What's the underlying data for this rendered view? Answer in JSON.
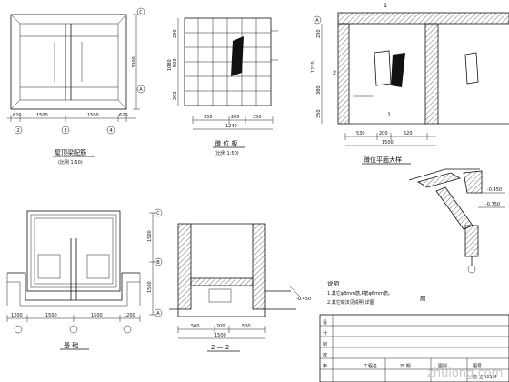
{
  "plans": {
    "roof_plan": {
      "title": "屋顶梁配筋",
      "scale": "(比例 1:50)",
      "dims_bottom": [
        "620",
        "1500",
        "1500",
        "620"
      ],
      "axes_bottom": [
        "2",
        "3",
        "4"
      ],
      "dim_right": "3000",
      "axes_right": [
        "A",
        "C"
      ]
    },
    "tile_elev": {
      "title": "蹲 位 板",
      "scale": "(比例 1:50)",
      "dims_bottom": [
        "350",
        "200",
        "250"
      ],
      "dim_total": "1240",
      "dims_left": [
        "290",
        "500",
        "290"
      ],
      "dim_left_total": "1080"
    },
    "squat_plan": {
      "title": "蹲位平面大样",
      "axis_top": "1",
      "axis_top2": "1",
      "axis_left": "A",
      "axis_mid": "2",
      "axis_bot": "1",
      "dims_bottom": [
        "530",
        "200",
        "520"
      ],
      "dim_total": "1500",
      "dims_left": [
        "200",
        "1230",
        "380",
        "350"
      ]
    },
    "foundation": {
      "title": "基 础",
      "dims_bottom": [
        "1200",
        "1500",
        "1500",
        "1200"
      ],
      "dims_right": [
        "1500",
        "1500"
      ],
      "axes_right": [
        "C",
        "B",
        "A"
      ]
    },
    "section": {
      "title": "2 — 2",
      "dims_bottom": [
        "500",
        "200",
        "500"
      ],
      "dim_total": "1500",
      "level": "-0.450"
    },
    "detail": {
      "levels": [
        "-0.450",
        "-0.750"
      ]
    }
  },
  "notes": {
    "heading": "说明",
    "lines": [
      "1.其它φ8mm筋,P筋φ6mm筋。",
      "2.其它做法见说明;详图"
    ],
    "right_label": "厕"
  },
  "title_block": {
    "labels": [
      "设",
      "计",
      "制",
      "校",
      "审"
    ],
    "cells": [
      "工程名",
      "日 期",
      "图别",
      "图号"
    ],
    "sheet_no": "施-立R01/4"
  },
  "watermark": "zhulong.com"
}
